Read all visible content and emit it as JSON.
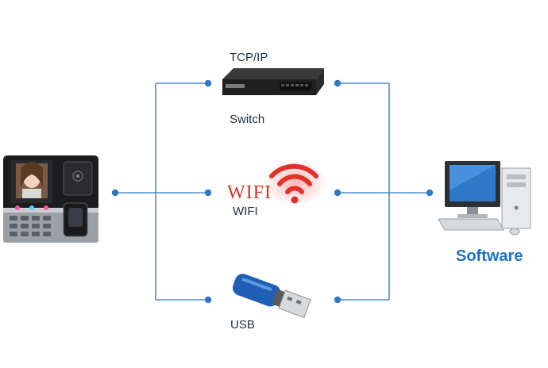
{
  "labels": {
    "tcpip": "TCP/IP",
    "switch": "Switch",
    "wifi_logo_text": "WIFI",
    "wifi": "WIFI",
    "usb": "USB",
    "software": "Software"
  },
  "colors": {
    "line": "#4f8ed0",
    "dot": "#2f78c8",
    "software": "#1a73c9",
    "wifi_red": "#e0312b"
  }
}
